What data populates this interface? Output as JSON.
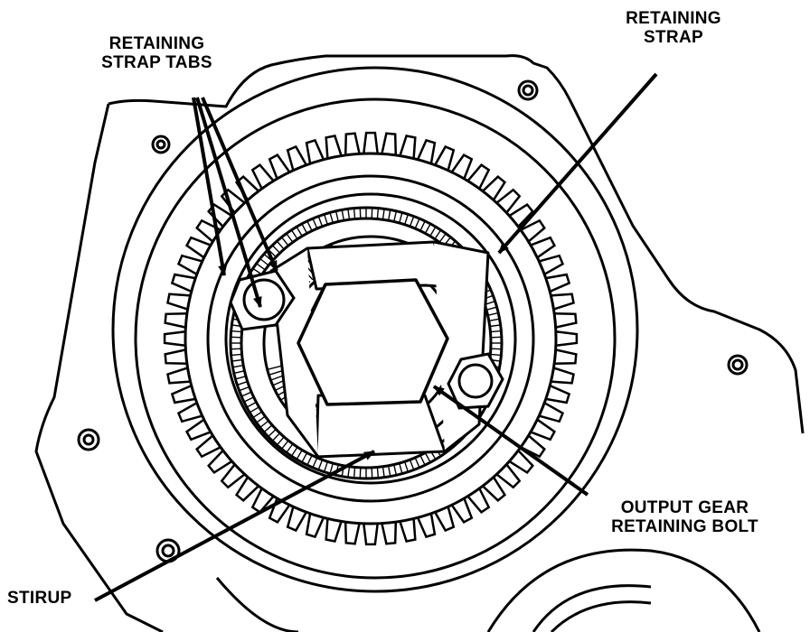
{
  "labels": {
    "retaining_strap_tabs": {
      "line1": "RETAINING",
      "line2": "STRAP TABS"
    },
    "retaining_strap": {
      "line1": "RETAINING",
      "line2": "STRAP"
    },
    "output_gear_retaining_bolt": {
      "line1": "OUTPUT GEAR",
      "line2": "RETAINING BOLT"
    },
    "stirup": {
      "line1": "STIRUP"
    }
  },
  "colors": {
    "ink": "#000000",
    "paper": "#ffffff"
  },
  "gear": {
    "teeth": 64
  }
}
